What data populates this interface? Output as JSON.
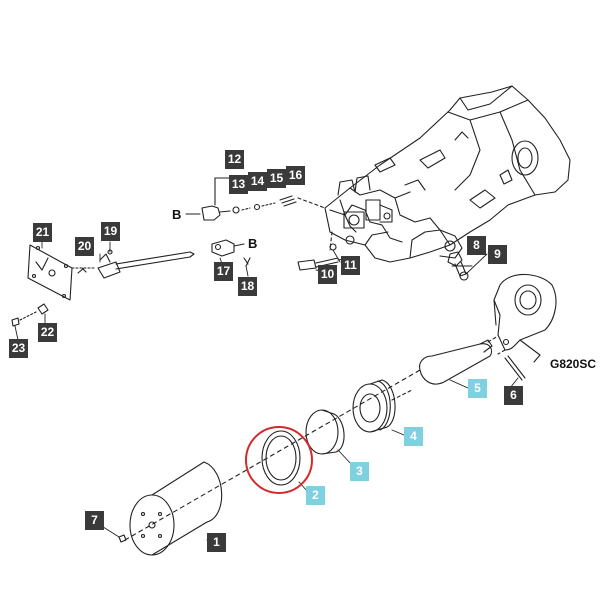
{
  "callouts": {
    "c1": "1",
    "c2": "2",
    "c3": "3",
    "c4": "4",
    "c5": "5",
    "c6": "6",
    "c7": "7",
    "c8": "8",
    "c9": "9",
    "c10": "10",
    "c11": "11",
    "c12": "12",
    "c13": "13",
    "c14": "14",
    "c15": "15",
    "c16": "16",
    "c17": "17",
    "c18": "18",
    "c19": "19",
    "c20": "20",
    "c21": "21",
    "c22": "22",
    "c23": "23"
  },
  "side_label_b": "B",
  "diagram_code": "G820SC",
  "colors": {
    "callout_dark": "#3a3a3a",
    "callout_highlight": "#7fd0e0",
    "highlight_ring": "#d42a2a",
    "line_art": "#222222"
  }
}
